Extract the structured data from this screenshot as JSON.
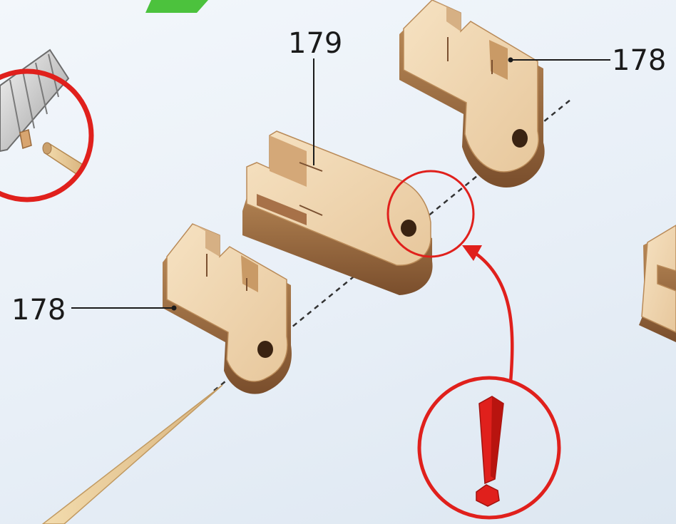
{
  "callouts": {
    "part_179": "179",
    "part_178_top": "178",
    "part_178_left": "178"
  },
  "colors": {
    "wood_face": "#f0d6b0",
    "wood_edge": "#b07c4a",
    "wood_dark": "#6e4526",
    "warning_red": "#e0201c",
    "top_left_badge": "#4cc23d"
  },
  "icons": {
    "warning": "exclamation-icon",
    "cutter": "utility-knife-icon",
    "dowel": "toothpick-dowel-icon"
  }
}
